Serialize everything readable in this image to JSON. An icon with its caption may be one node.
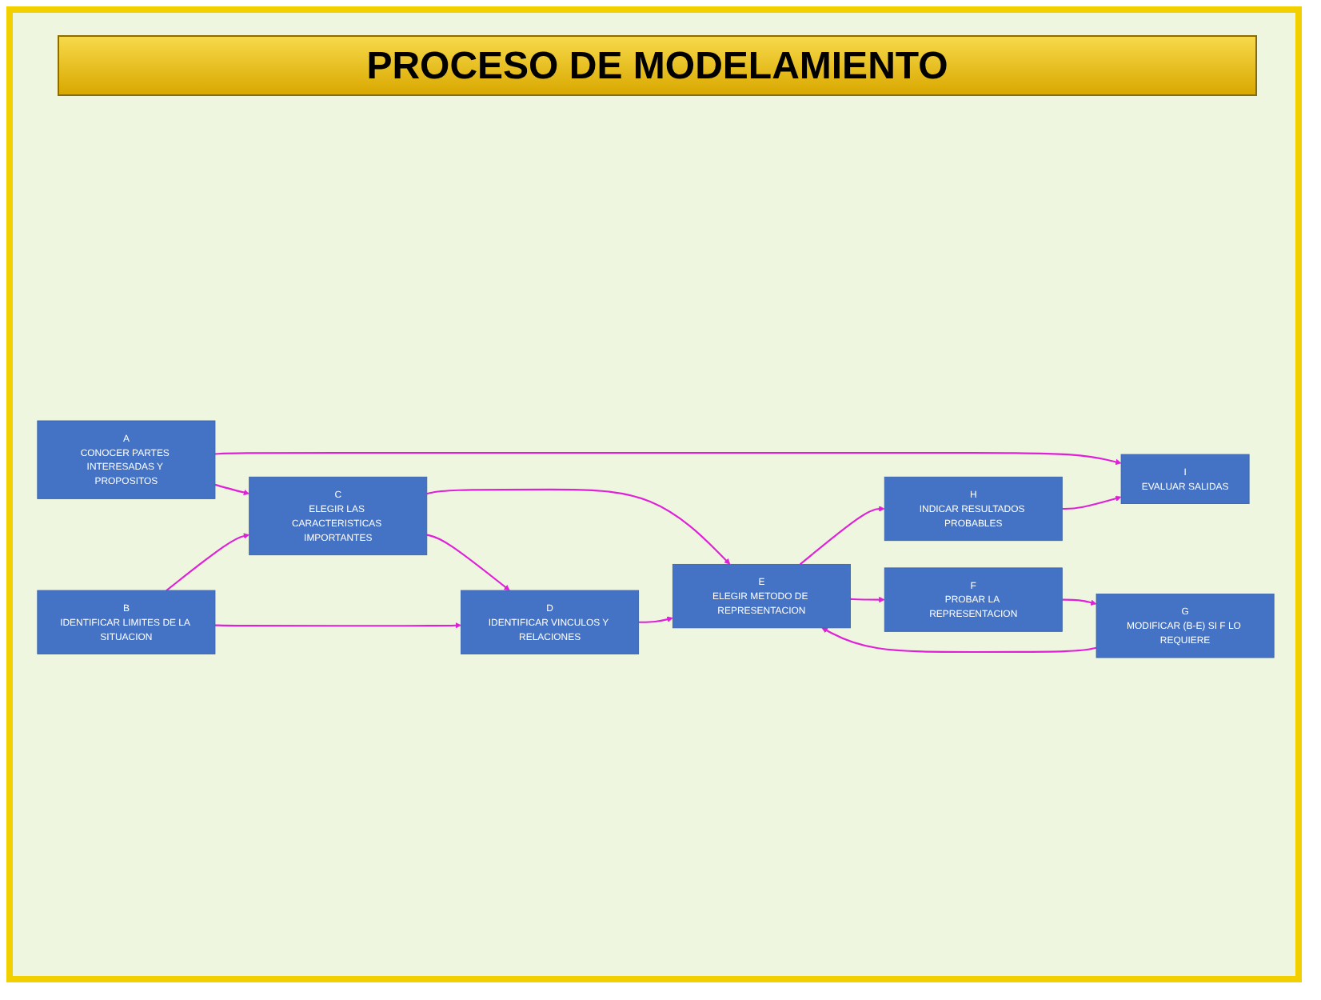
{
  "diagram": {
    "title": "PROCESO DE MODELAMIENTO",
    "nodes": [
      {
        "text": [
          "A",
          "CONOCER PARTES INTERESADAS Y PROPOSITOS"
        ]
      },
      {
        "text": [
          "B",
          "IDENTIFICAR LIMITES DE LA SITUACION"
        ]
      },
      {
        "text": [
          "C",
          "ELEGIR LAS CARACTERISTICAS IMPORTANTES"
        ]
      },
      {
        "text": [
          "D",
          "IDENTIFICAR VINCULOS Y RELACIONES"
        ]
      },
      {
        "text": [
          "E",
          "ELEGIR METODO DE REPRESENTACION"
        ]
      },
      {
        "text": [
          "F",
          "PROBAR LA REPRESENTACION"
        ]
      },
      {
        "text": [
          "G",
          "MODIFICAR (B-E) SI F LO REQUIERE"
        ]
      },
      {
        "text": [
          "H",
          "INDICAR RESULTADOS PROBABLES"
        ]
      },
      {
        "text": [
          "I",
          "EVALUAR SALIDAS"
        ]
      }
    ],
    "edges": [
      {
        "from": 0,
        "to": 8,
        "arrow": "to"
      },
      {
        "from": 0,
        "to": 2,
        "arrow": "to"
      },
      {
        "from": 1,
        "to": 2,
        "arrow": "to"
      },
      {
        "from": 2,
        "to": 3,
        "arrow": "to"
      },
      {
        "from": 1,
        "to": 3,
        "arrow": "to"
      },
      {
        "from": 2,
        "to": 4,
        "arrow": "to"
      },
      {
        "from": 3,
        "to": 4,
        "arrow": "to"
      },
      {
        "from": 4,
        "to": 7,
        "arrow": "to"
      },
      {
        "from": 7,
        "to": 8,
        "arrow": "to"
      },
      {
        "from": 4,
        "to": 5,
        "arrow": "to"
      },
      {
        "from": 5,
        "to": 6,
        "arrow": "to"
      },
      {
        "from": 6,
        "to": 4,
        "arrow": "to"
      }
    ]
  }
}
